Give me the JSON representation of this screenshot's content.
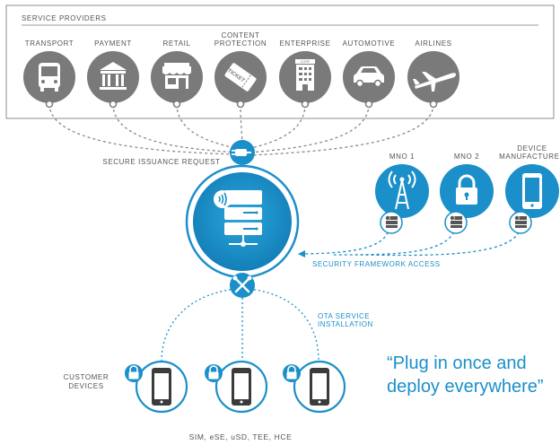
{
  "service_providers": {
    "title": "SERVICE PROVIDERS",
    "items": [
      {
        "label": "TRANSPORT",
        "icon": "bus-icon"
      },
      {
        "label": "PAYMENT",
        "icon": "bank-icon"
      },
      {
        "label": "RETAIL",
        "icon": "store-icon"
      },
      {
        "label_line1": "CONTENT",
        "label_line2": "PROTECTION",
        "icon": "ticket-icon"
      },
      {
        "label": "ENTERPRISE",
        "icon": "office-building-icon"
      },
      {
        "label": "AUTOMOTIVE",
        "icon": "car-icon"
      },
      {
        "label": "AIRLINES",
        "icon": "airplane-icon"
      }
    ]
  },
  "labels": {
    "secure_issuance_request": "SECURE ISSUANCE REQUEST",
    "security_framework_access": "SECURITY FRAMEWORK ACCESS",
    "ota_line1": "OTA SERVICE",
    "ota_line2": "INSTALLATION",
    "customer_line1": "CUSTOMER",
    "customer_line2": "DEVICES",
    "device_types": "SIM, eSE, uSD, TEE, HCE",
    "ticket_text": "TICKET",
    "building_sign": "CORP"
  },
  "partners": [
    {
      "label": "MNO 1",
      "icon": "cell-tower-icon"
    },
    {
      "label": "MNO 2",
      "icon": "padlock-icon"
    },
    {
      "label_line1": "DEVICE",
      "label_line2": "MANUFACTURER",
      "icon": "smartphone-icon"
    }
  ],
  "quote": {
    "line1": "“Plug in once and",
    "line2": "deploy everywhere”"
  },
  "colors": {
    "accent": "#1b8fc9",
    "provider_icon_bg": "#7a7a7a",
    "text": "#555555"
  }
}
